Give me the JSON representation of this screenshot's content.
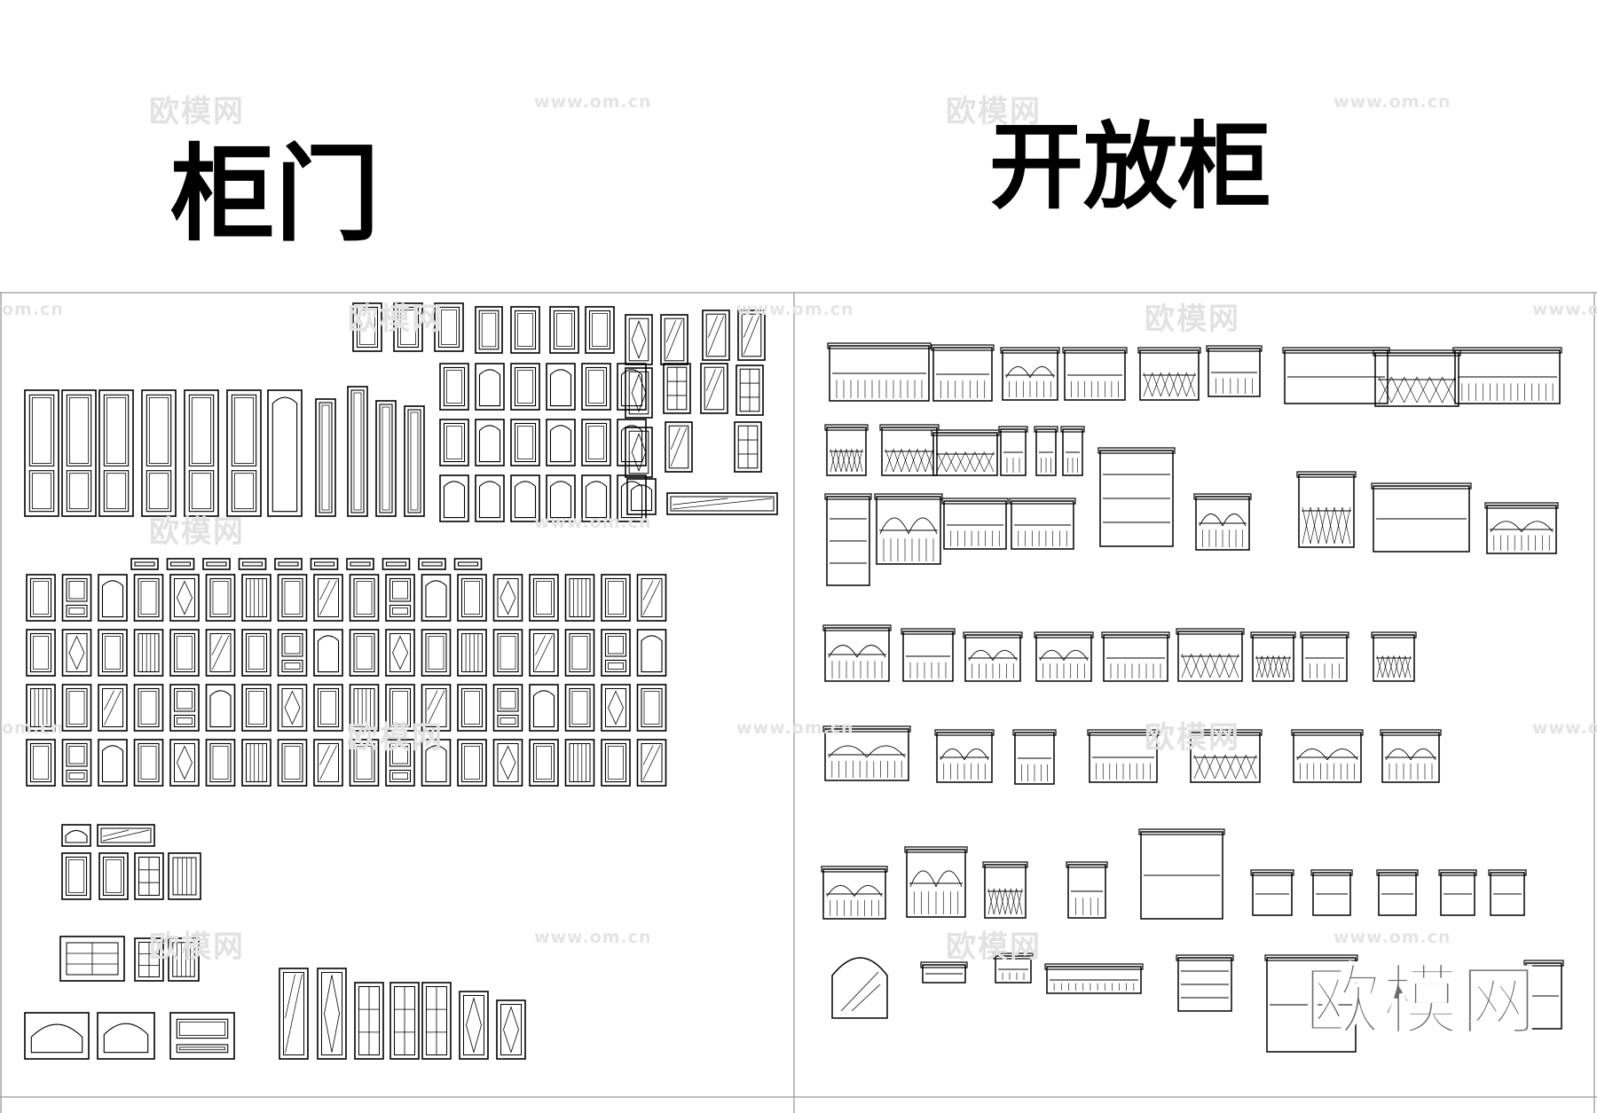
{
  "titles": {
    "left": "柜门",
    "right": "开放柜"
  },
  "watermarks": {
    "cn": "欧模网",
    "url": "www.om.cn",
    "url_edge": "om.cn"
  },
  "brand_logo": "欧模网",
  "colors": {
    "line": "#000000",
    "frame": "#9a9a9a",
    "watermark": "#dcdcdc",
    "logo": "#6d6d6d"
  },
  "panels": [
    {
      "id": "cabinet-doors",
      "title_ref": "titles.left"
    },
    {
      "id": "open-cabinets",
      "title_ref": "titles.right"
    }
  ]
}
